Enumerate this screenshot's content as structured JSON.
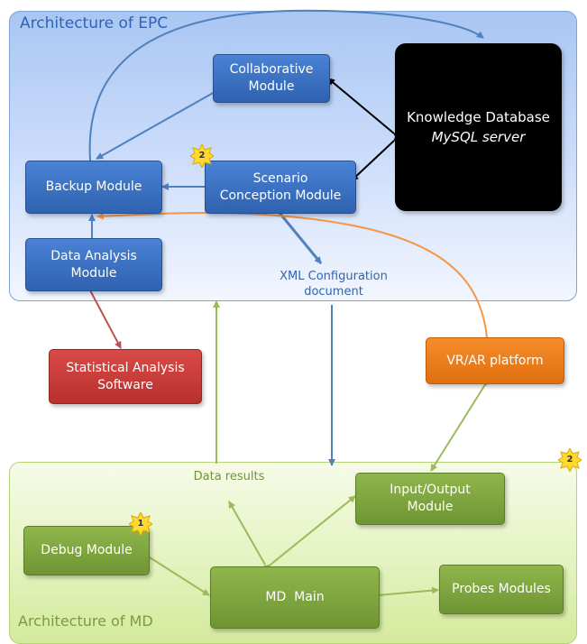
{
  "regions": {
    "epc_title": "Architecture of EPC",
    "md_title": "Architecture of MD"
  },
  "modules": {
    "collaborative": [
      "Collaborative",
      "Module"
    ],
    "knowledge_db": [
      "Knowledge Database",
      "MySQL server"
    ],
    "backup": "Backup Module",
    "scenario": [
      "Scenario",
      "Conception Module"
    ],
    "data_analysis": [
      "Data Analysis",
      "Module"
    ],
    "statistical": [
      "Statistical Analysis",
      "Software"
    ],
    "vrar": "VR/AR platform",
    "io": [
      "Input/Output",
      "Module"
    ],
    "debug": "Debug Module",
    "md_main": "MD  Main",
    "probes": "Probes Modules"
  },
  "labels": {
    "xml": [
      "XML Configuration",
      "document"
    ],
    "data_results": "Data results"
  },
  "badges": {
    "scenario": "2",
    "md_corner": "2",
    "debug": "1"
  },
  "colors": {
    "epc_region": "#b8d0f5",
    "md_region": "#e2f2bf",
    "blue_module": "#3a6fc0",
    "green_module": "#7ea33e",
    "red_module": "#c83a38",
    "orange_module": "#ee7d1c",
    "knowledge_db": "#000000",
    "blue_arrow": "#4f81bd",
    "green_arrow": "#9bbb59",
    "red_arrow": "#c0504d",
    "orange_arrow": "#f79646",
    "badge": "#ffd930"
  }
}
